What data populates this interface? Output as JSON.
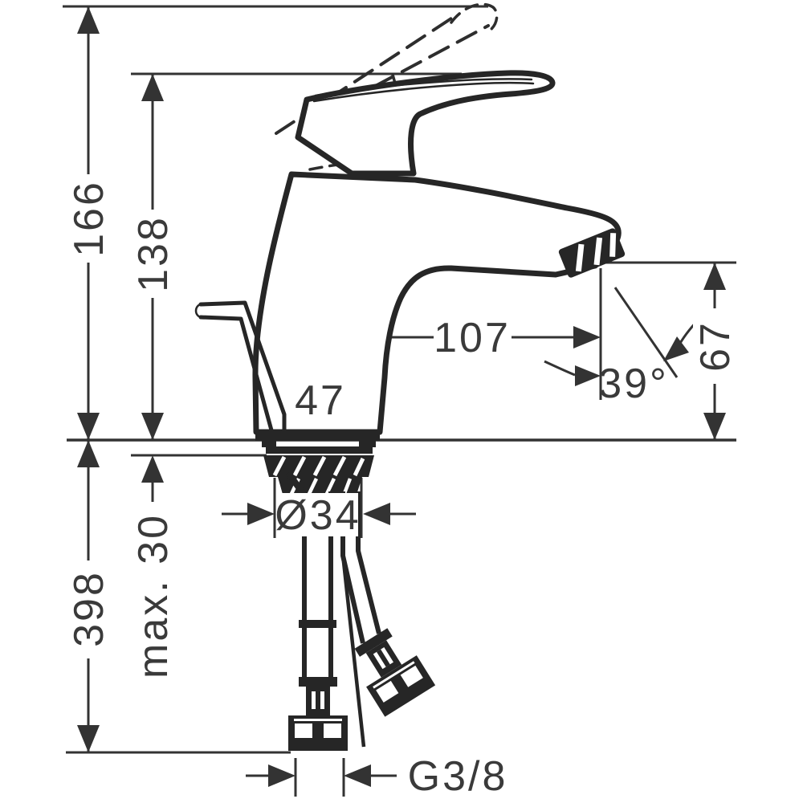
{
  "drawing": {
    "background": "#ffffff",
    "line_color": "#262626",
    "dimension_color": "#333333",
    "text_color": "#3a3a3a"
  },
  "dimensions": {
    "overall_height": "166",
    "handle_height": "138",
    "spout_reach": "107",
    "base_width": "47",
    "spray_angle": "39°",
    "spout_height": "67",
    "shank_diameter": "Ø34",
    "max_mounting_thickness": "max. 30",
    "below_deck_length": "398",
    "connection_thread": "G3/8"
  }
}
